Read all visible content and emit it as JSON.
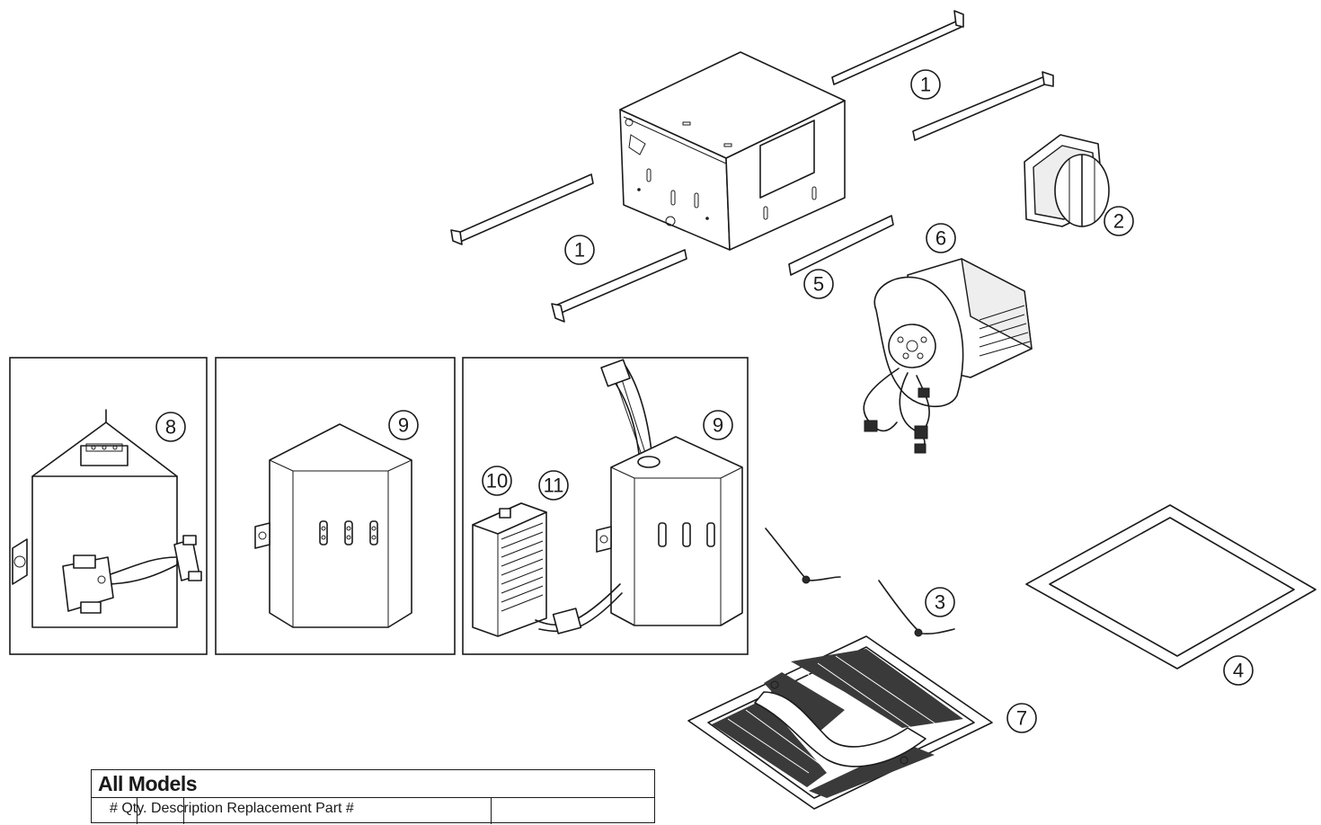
{
  "diagram": {
    "callouts": {
      "frame_bar_upper": "1",
      "frame_bar_lower": "1",
      "damper": "2",
      "torsion_springs": "3",
      "gasket": "4",
      "bracket_strip": "5",
      "blower": "6",
      "grille": "7",
      "receptacle_inset": "8",
      "junction_inset_a": "9",
      "junction_inset_b": "9",
      "module_10": "10",
      "module_11": "11"
    }
  },
  "parts_table": {
    "title": "All Models",
    "header": "# Qty. Description Replacement Part #"
  }
}
